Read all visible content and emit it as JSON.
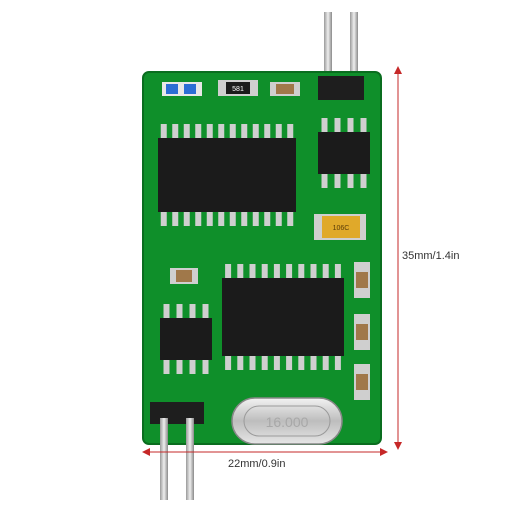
{
  "dimensions": {
    "height_label": "35mm/1.4in",
    "width_label": "22mm/0.9in"
  },
  "components": {
    "resistor_marking": "581",
    "tantalum_cap_marking": "106C"
  },
  "crystal": {
    "marking": "16.000"
  },
  "colors": {
    "pcb_green": "#0f8f2a",
    "dimension_line": "#c62828",
    "chip_black": "#1b1b1b",
    "pin_silver": "#cfcfcf",
    "header_gold": "#c9b37a"
  }
}
